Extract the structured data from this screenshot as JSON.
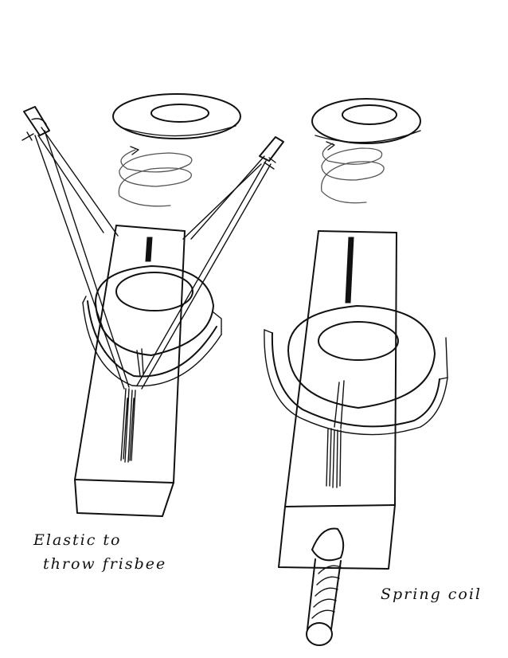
{
  "labels": {
    "left_caption_line1": "Elastic to",
    "left_caption_line2": "throw frisbee",
    "right_caption": "Spring coil"
  }
}
